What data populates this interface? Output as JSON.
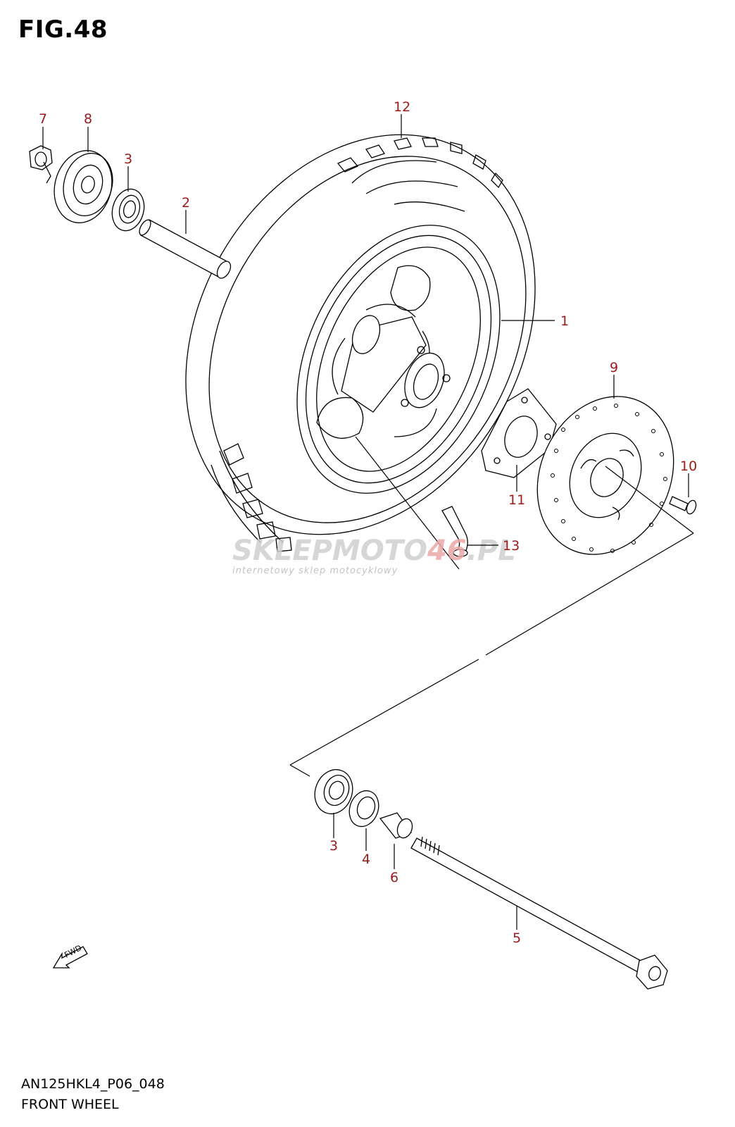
{
  "figure": {
    "title": "FIG.48",
    "code": "AN125HKL4_P06_048",
    "name": "FRONT WHEEL"
  },
  "callouts": [
    {
      "id": "1",
      "label": "1"
    },
    {
      "id": "2",
      "label": "2"
    },
    {
      "id": "3a",
      "label": "3"
    },
    {
      "id": "3b",
      "label": "3"
    },
    {
      "id": "4",
      "label": "4"
    },
    {
      "id": "5",
      "label": "5"
    },
    {
      "id": "6",
      "label": "6"
    },
    {
      "id": "7",
      "label": "7"
    },
    {
      "id": "8",
      "label": "8"
    },
    {
      "id": "9",
      "label": "9"
    },
    {
      "id": "10",
      "label": "10"
    },
    {
      "id": "11",
      "label": "11"
    },
    {
      "id": "12",
      "label": "12"
    },
    {
      "id": "13",
      "label": "13"
    }
  ],
  "watermark": {
    "brand_a": "SKLEPMOTO",
    "brand_b": "46",
    "brand_c": ".PL",
    "tagline": "internetowy sklep motocyklowy"
  },
  "fwd_label": "FWD",
  "colors": {
    "callout": "#9b1b1b",
    "line": "#000000",
    "watermark_grey": "#c8c8c8",
    "watermark_red": "#e89a9a"
  }
}
